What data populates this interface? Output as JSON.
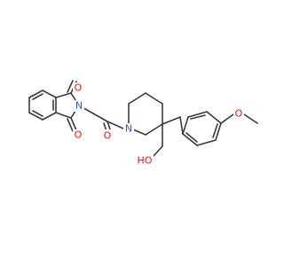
{
  "molecule": {
    "atoms": [
      {
        "id": "o-imide-top",
        "label": "O",
        "color": "#ff0d0d"
      },
      {
        "id": "n-imide",
        "label": "N",
        "color": "#3050f8"
      },
      {
        "id": "o-imide-bottom",
        "label": "O",
        "color": "#ff0d0d"
      },
      {
        "id": "o-amide",
        "label": "O",
        "color": "#ff0d0d"
      },
      {
        "id": "n-piperidine",
        "label": "N",
        "color": "#3050f8"
      },
      {
        "id": "o-methoxy",
        "label": "O",
        "color": "#ff0d0d"
      },
      {
        "id": "oh-hydroxyl",
        "label": "HO",
        "color": "#ff0d0d"
      }
    ],
    "bond_color": "#3a3a3a"
  }
}
